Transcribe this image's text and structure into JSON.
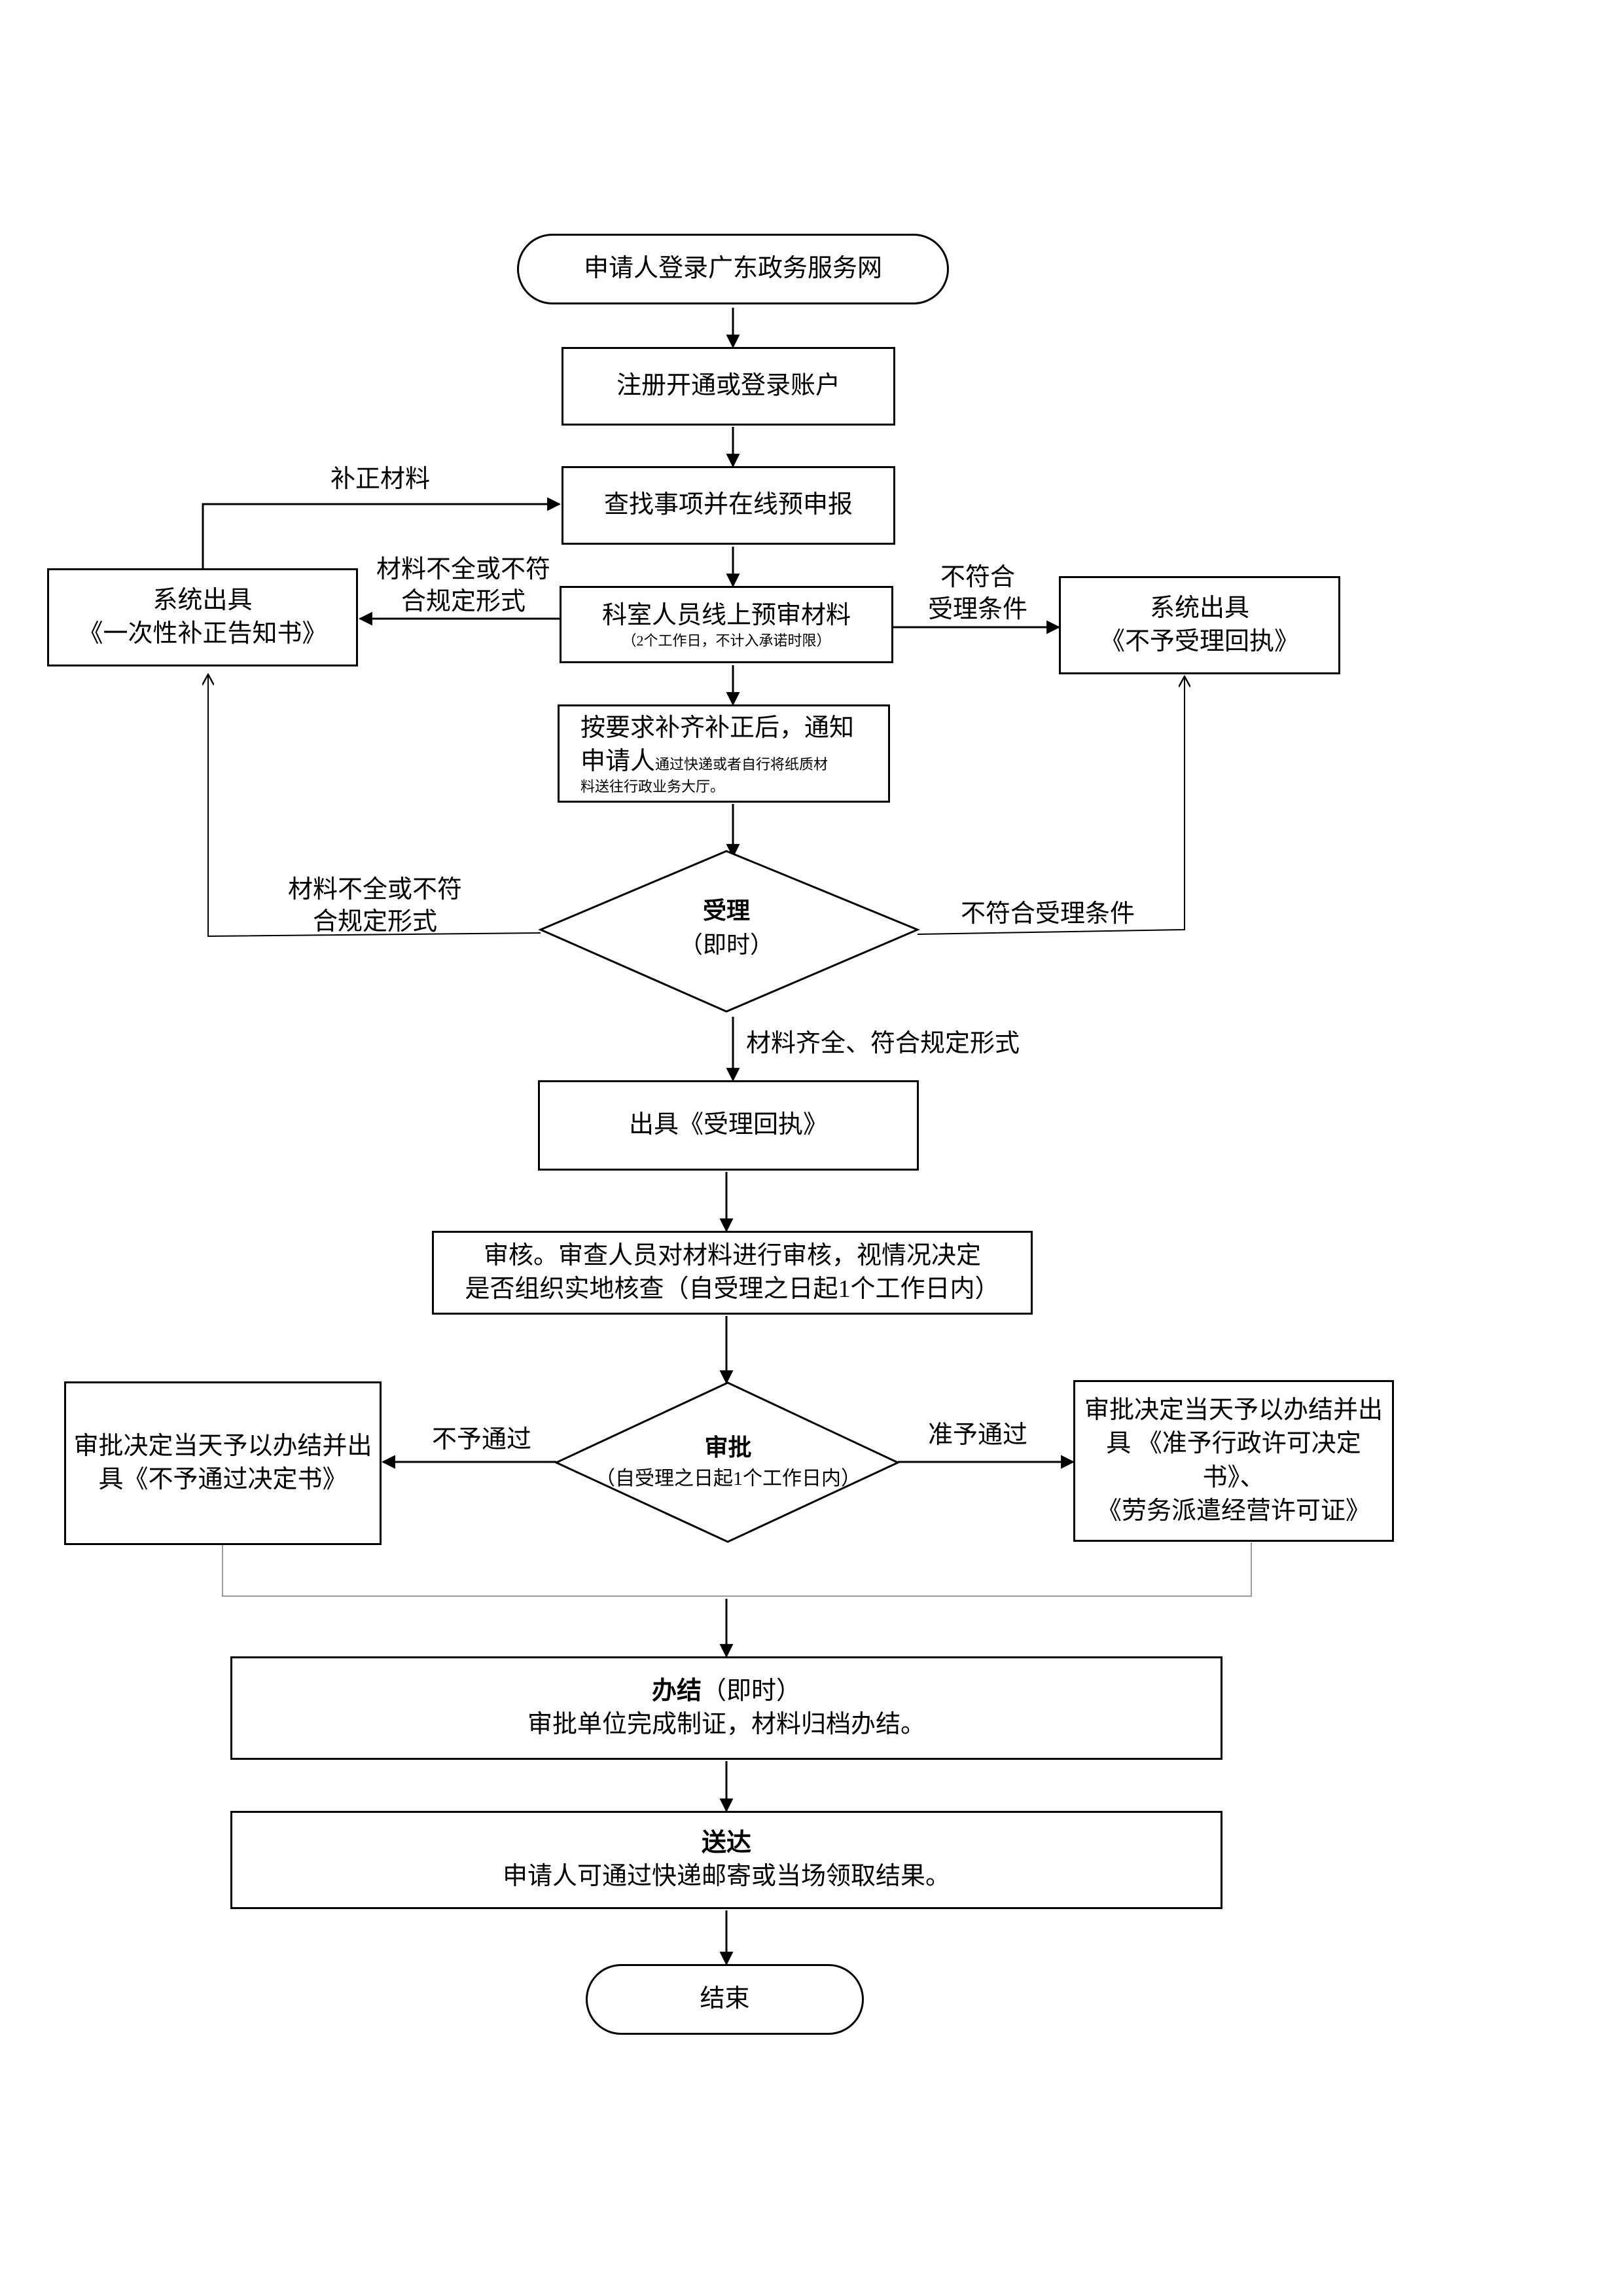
{
  "nodes": {
    "start": "申请人登录广东政务服务网",
    "register": "注册开通或登录账户",
    "search": "查找事项并在线预申报",
    "precheck": "科室人员线上预审材料",
    "precheck_note": "（2个工作日，不计入承诺时限）",
    "left_notice_line1": "系统出具",
    "left_notice_line2": "《一次性补正告知书》",
    "right_notice_line1": "系统出具",
    "right_notice_line2": "《不予受理回执》",
    "supplement_main_line1": "按要求补齐补正后，通知",
    "supplement_main_line2": "申请人",
    "supplement_small_line1": "通过快递或者自行将纸质材",
    "supplement_small_line2": "料送往行政业务大厅。",
    "accept_title": "受理",
    "accept_sub": "（即时）",
    "receipt": "出具《受理回执》",
    "review_line1": "审核。审查人员对材料进行审核，视情况决定",
    "review_line2": "是否组织实地核查（自受理之日起1个工作日内）",
    "approval_title": "审批",
    "approval_sub": "（自受理之日起1个工作日内）",
    "deny_line1": "审批决定当天予以办结并出",
    "deny_line2": "具《不予通过决定书》",
    "grant_line1": "审批决定当天予以办结并出",
    "grant_line2": "具  《准予行政许可决定书》、",
    "grant_line3": "《劳务派遣经营许可证》",
    "complete_title": "办结",
    "complete_title_sub": "（即时）",
    "complete_text": "审批单位完成制证，材料归档办结。",
    "deliver_title": "送达",
    "deliver_text": "申请人可通过快递邮寄或当场领取结果。",
    "end": "结束"
  },
  "edge_labels": {
    "supplement_materials": "补正材料",
    "incomplete_top_line1": "材料不全或不符",
    "incomplete_top_line2": "合规定形式",
    "not_qualified_top_line1": "不符合",
    "not_qualified_top_line2": "受理条件",
    "incomplete_mid_line1": "材料不全或不符",
    "incomplete_mid_line2": "合规定形式",
    "not_qualified_mid": "不符合受理条件",
    "complete_conforming": "材料齐全、符合规定形式",
    "deny": "不予通过",
    "grant": "准予通过"
  }
}
